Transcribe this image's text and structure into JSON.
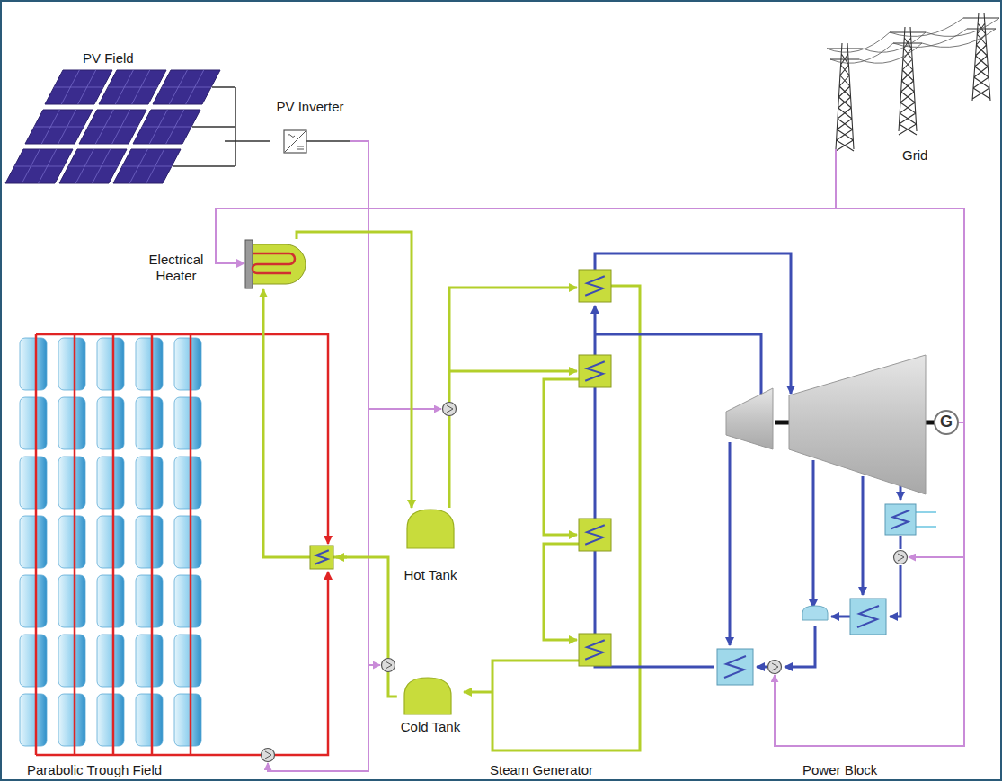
{
  "diagram": {
    "nodes": [
      {
        "text": [
          "PV Field"
        ]
      },
      {
        "text": [
          "PV Inverter"
        ]
      },
      {
        "text": [
          "Grid"
        ]
      },
      {
        "text": [
          "Electrical Heater"
        ]
      },
      {
        "text": [
          "Hot Tank"
        ]
      },
      {
        "text": [
          "Cold Tank"
        ]
      },
      {
        "text": [
          "G"
        ]
      }
    ],
    "edges": [
      {
        "from": 0,
        "to": 1,
        "arrow": "none"
      },
      {
        "from": 1,
        "to": 3,
        "arrow": "to"
      },
      {
        "from": 6,
        "to": 2,
        "arrow": "none"
      },
      {
        "from": 3,
        "to": 4,
        "arrow": "to"
      },
      {
        "from": 5,
        "to": 3,
        "arrow": "to"
      }
    ],
    "labels": [
      "Parabolic Trough Field",
      "Steam Generator",
      "Power Block"
    ]
  }
}
